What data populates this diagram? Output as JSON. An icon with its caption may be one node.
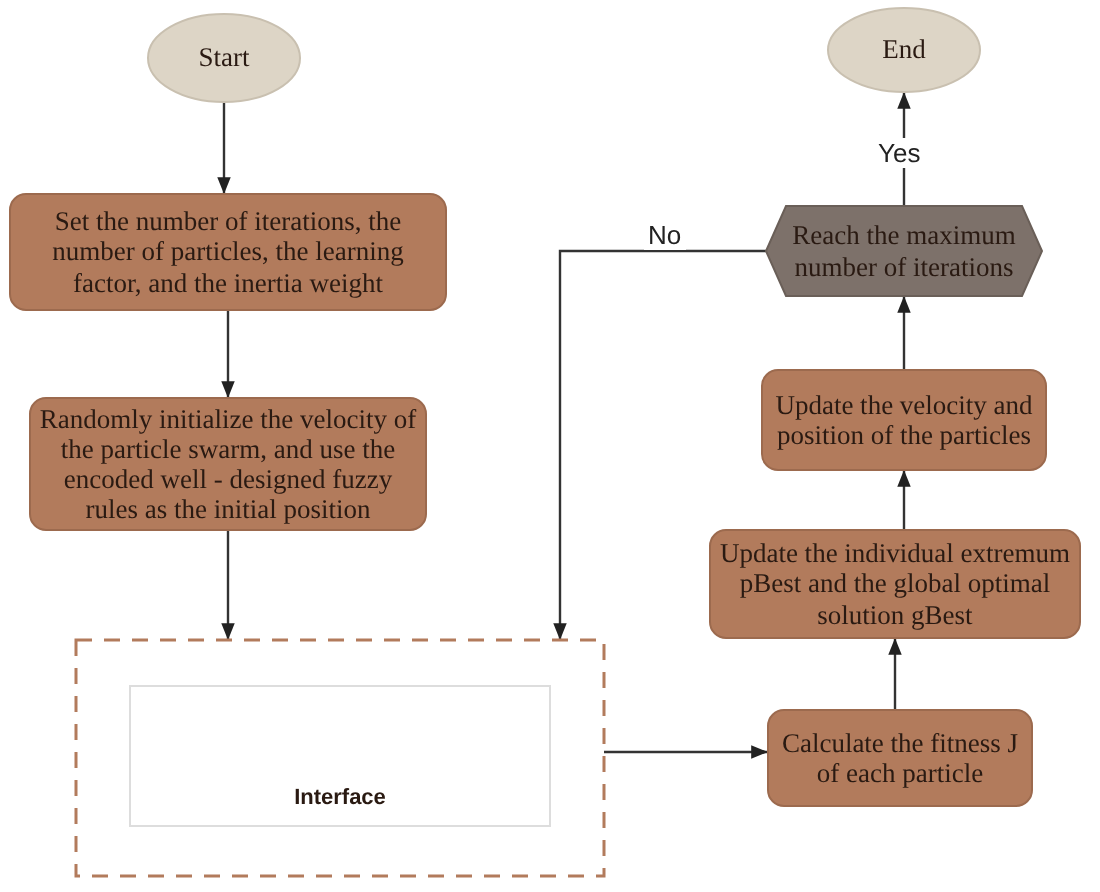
{
  "diagram": {
    "nodes": [
      {
        "text": [
          "Start"
        ]
      },
      {
        "text": [
          "Set the number of iterations, the number of particles, the learning factor, and the inertia weight"
        ]
      },
      {
        "text": [
          "Randomly initialize the velocity of the particle swarm, and use the encoded well - designed fuzzy rules as the initial position"
        ]
      },
      {
        "text": [],
        "shape": "box"
      },
      {
        "text": [
          "Interface"
        ],
        "in": 3
      },
      {
        "text": [
          "Calculate the fitness J of each particle"
        ]
      },
      {
        "text": [
          "Update the individual extremum pBest and the global optimal solution gBest"
        ]
      },
      {
        "text": [
          "Update the velocity and position of the particles"
        ]
      },
      {
        "text": [
          "Reach the maximum number of iterations"
        ]
      },
      {
        "text": [
          "End"
        ]
      }
    ],
    "edges": [
      {
        "from": 0,
        "to": 1,
        "arrow": "to"
      },
      {
        "from": 1,
        "to": 2,
        "arrow": "to"
      },
      {
        "from": 2,
        "to": 3,
        "arrow": "to"
      },
      {
        "from": 3,
        "to": 5,
        "arrow": "to"
      },
      {
        "from": 5,
        "to": 6,
        "arrow": "to"
      },
      {
        "from": 6,
        "to": 7,
        "arrow": "to"
      },
      {
        "from": 7,
        "to": 8,
        "arrow": "to"
      },
      {
        "from": 8,
        "to": 9,
        "arrow": "to",
        "label": "Yes"
      },
      {
        "from": 8,
        "to": 3,
        "arrow": "to",
        "label": "No"
      }
    ]
  }
}
